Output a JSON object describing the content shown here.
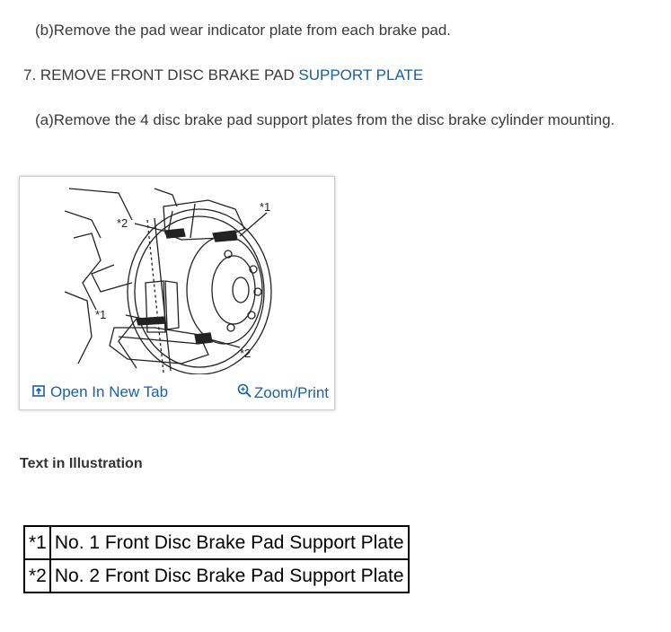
{
  "steps": {
    "sub_b": "(b)Remove the pad wear indicator plate from each brake pad.",
    "step7_prefix": "7. REMOVE FRONT DISC BRAKE PAD ",
    "step7_link": "SUPPORT PLATE",
    "sub_a": "(a)Remove the 4 disc brake pad support plates from the disc brake cylinder mounting."
  },
  "figure": {
    "callout_1_top": "*1",
    "callout_2_top": "*2",
    "callout_1_left": "*1",
    "callout_2_bottom": "*2",
    "open_new_tab": "Open In New Tab",
    "zoom_print": "Zoom/Print",
    "icons": [
      "open-new-tab-icon",
      "zoom-icon"
    ]
  },
  "legend": {
    "heading": "Text in Illustration",
    "rows": [
      {
        "code": "*1",
        "text": "No. 1 Front Disc Brake Pad Support Plate"
      },
      {
        "code": "*2",
        "text": "No. 2 Front Disc Brake Pad Support Plate"
      }
    ]
  },
  "colors": {
    "link": "#1a5fa8",
    "text": "#3a3a3a"
  }
}
